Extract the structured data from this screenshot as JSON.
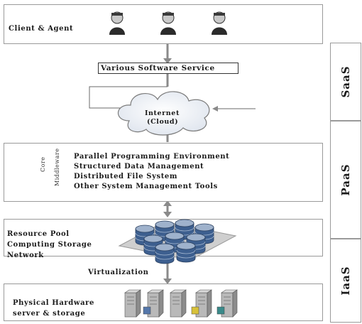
{
  "layers": {
    "client": {
      "label": "Client & Agent"
    },
    "service": {
      "label": "Various Software Service"
    },
    "internet": {
      "line1": "Internet",
      "line2": "(Cloud)"
    },
    "middleware": {
      "core_label": "Core",
      "middleware_label": "Middleware",
      "items": [
        "Parallel Programming Environment",
        "Structured Data Management",
        "Distributed File System",
        "Other System Management Tools"
      ]
    },
    "resource": {
      "lines": [
        "Resource Pool",
        "Computing Storage",
        "Network"
      ]
    },
    "virtualization": {
      "label": "Virtualization"
    },
    "hardware": {
      "lines": [
        "Physical Hardware",
        "server & storage"
      ]
    }
  },
  "side_labels": [
    "SaaS",
    "PaaS",
    "IaaS"
  ],
  "icons": {
    "user": "user-icon",
    "cloud": "cloud-icon",
    "database": "database-stack-icon",
    "server": "server-icon"
  },
  "colors": {
    "line": "#8a8a8a",
    "disk_top": "#9fb2cc",
    "disk_body": "#3d5f8f",
    "cloud_fill": "#f7f9fc"
  }
}
